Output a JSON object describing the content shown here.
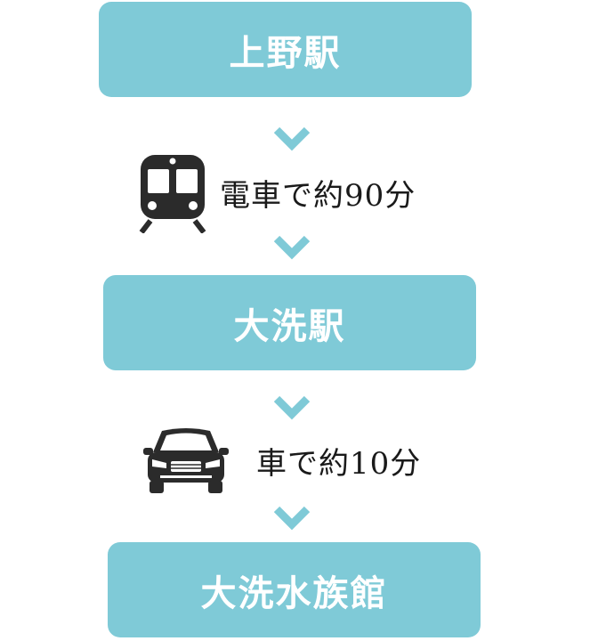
{
  "stations": [
    {
      "label": "上野駅"
    },
    {
      "label": "大洗駅"
    },
    {
      "label": "大洗水族館"
    }
  ],
  "steps": [
    {
      "icon": "train-icon",
      "label": "電車で約90分"
    },
    {
      "icon": "car-icon",
      "label": "車で約10分"
    }
  ],
  "colors": {
    "box": "#7fcad7",
    "chevron": "#7fcad7",
    "icon": "#2b2b2b",
    "text": "#1a1a1a"
  }
}
